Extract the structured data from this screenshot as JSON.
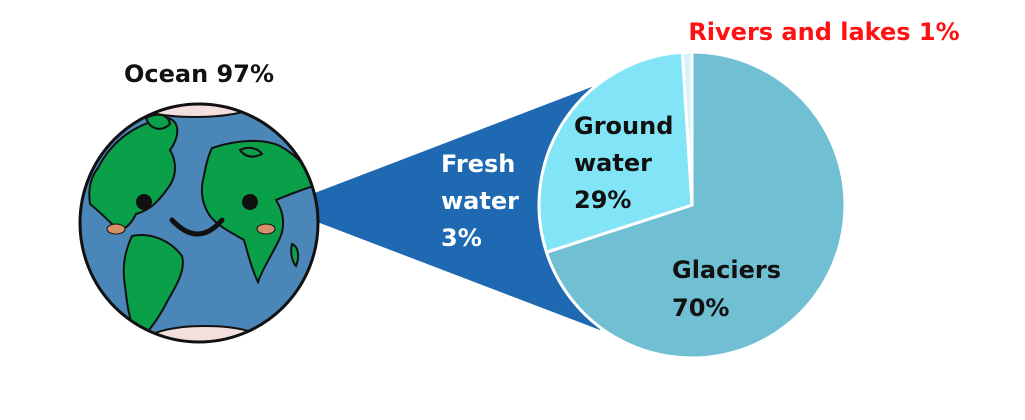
{
  "chart_data": {
    "type": "pie",
    "categories": [
      "Ocean",
      "Fresh water"
    ],
    "values": [
      97,
      3
    ],
    "labels": {
      "ocean": "Ocean 97%",
      "fresh_line1": "Fresh",
      "fresh_line2": "water",
      "fresh_line3": "3%"
    },
    "breakdown": {
      "type": "pie",
      "categories": [
        "Glaciers",
        "Ground water",
        "Rivers and lakes"
      ],
      "values": [
        70,
        29,
        1
      ],
      "labels": {
        "glaciers_line1": "Glaciers",
        "glaciers_line2": "70%",
        "ground_line1": "Ground",
        "ground_line2": "water",
        "ground_line3": "29%",
        "rivers": "Rivers and lakes 1%"
      }
    }
  },
  "colors": {
    "ocean": "#4a86b7",
    "land": "#0aa04a",
    "ice": "#f4dfdf",
    "funnel": "#1f68b2",
    "glaciers": "#70bfd2",
    "ground": "#82e4f7",
    "rivers": "#d4f2fa",
    "rivers_text": "#ff1111",
    "text": "#111111",
    "fresh_text": "#ffffff"
  },
  "icons": [
    "earth-icon",
    "face-icon"
  ]
}
